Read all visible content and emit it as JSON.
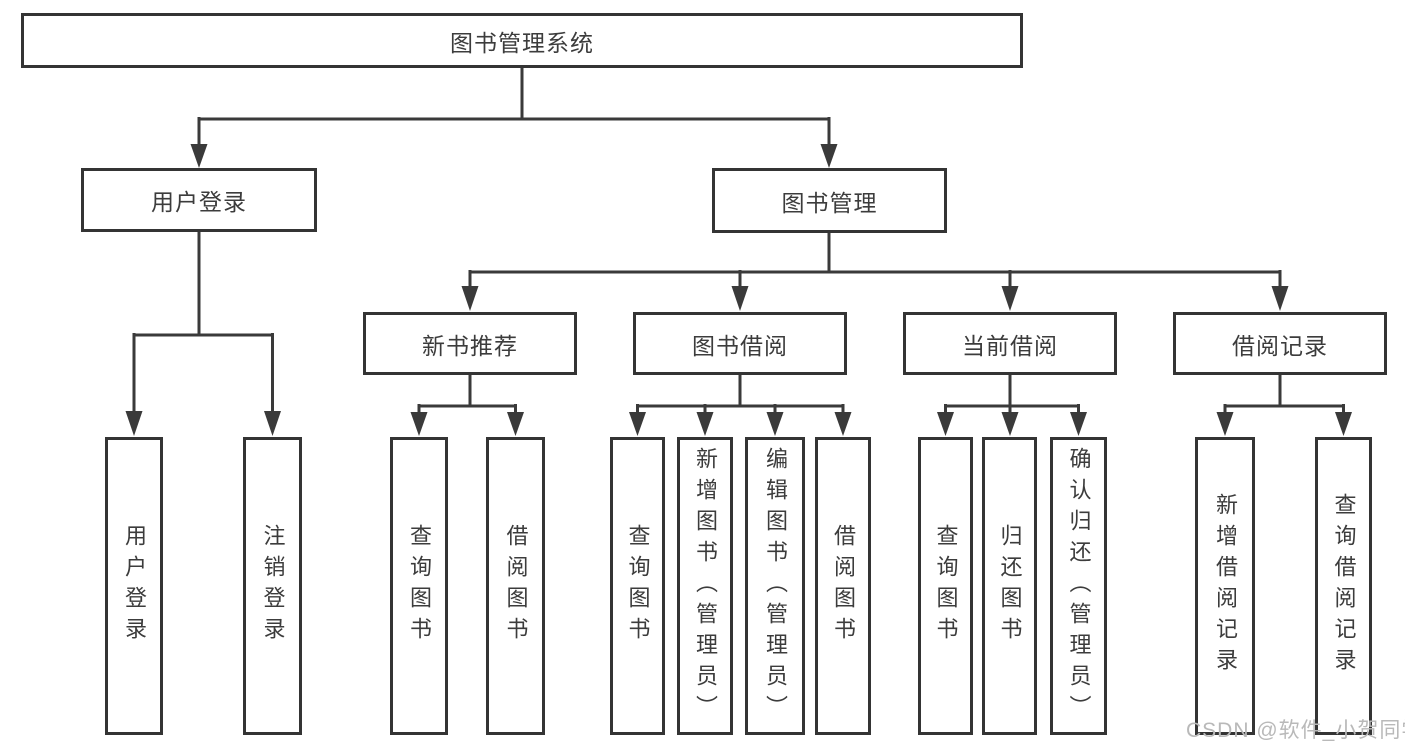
{
  "diagram": {
    "title": "图书管理系统",
    "children": [
      {
        "label": "用户登录",
        "children": [
          {
            "label": "用户登录"
          },
          {
            "label": "注销登录"
          }
        ]
      },
      {
        "label": "图书管理",
        "children": [
          {
            "label": "新书推荐",
            "children": [
              {
                "label": "查询图书"
              },
              {
                "label": "借阅图书"
              }
            ]
          },
          {
            "label": "图书借阅",
            "children": [
              {
                "label": "查询图书"
              },
              {
                "label": "新增图书（管理员）"
              },
              {
                "label": "编辑图书（管理员）"
              },
              {
                "label": "借阅图书"
              }
            ]
          },
          {
            "label": "当前借阅",
            "children": [
              {
                "label": "查询图书"
              },
              {
                "label": "归还图书"
              },
              {
                "label": "确认归还（管理员）"
              }
            ]
          },
          {
            "label": "借阅记录",
            "children": [
              {
                "label": "新增借阅记录"
              },
              {
                "label": "查询借阅记录"
              }
            ]
          }
        ]
      }
    ]
  },
  "watermark": {
    "text": "CSDN @软件_小贺同学"
  },
  "colors": {
    "line": "#3a3a3a",
    "box_border": "#343434",
    "text": "#3c3c3c",
    "watermark": "#b9b9b9",
    "background": "#ffffff"
  }
}
